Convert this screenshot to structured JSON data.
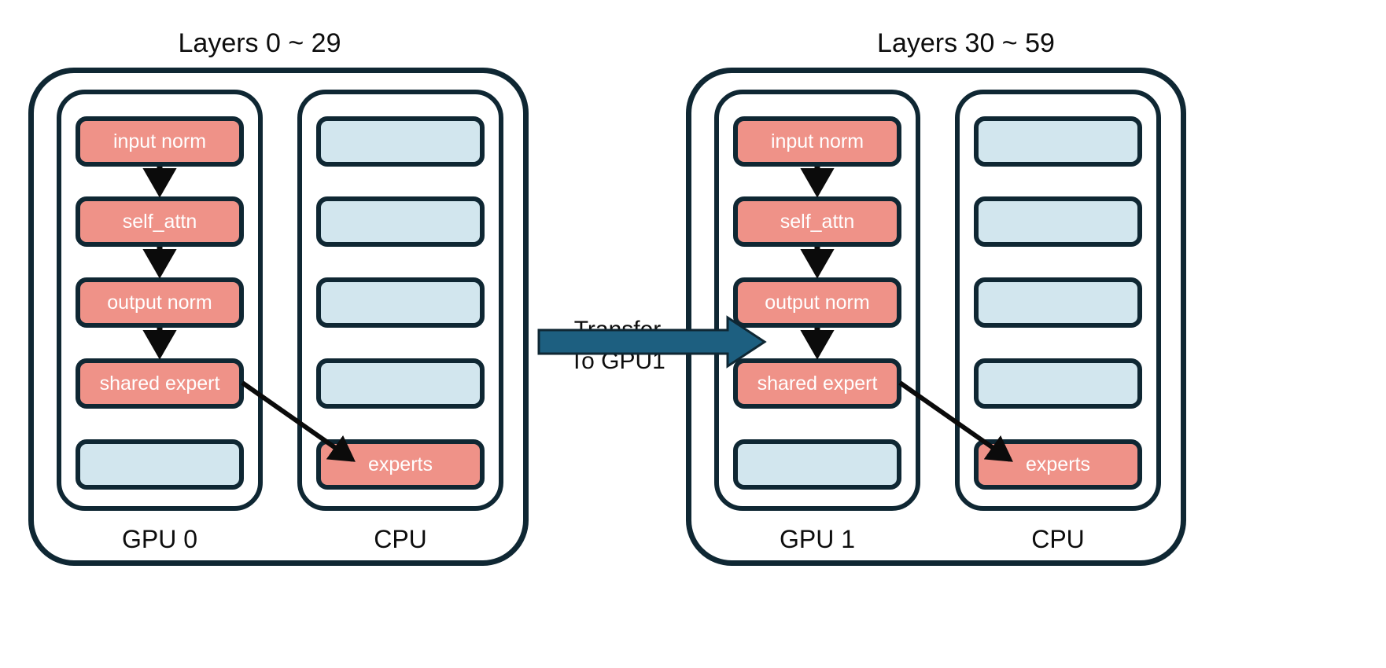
{
  "diagram": {
    "title_left": "Layers 0 ~ 29",
    "title_right": "Layers 30 ~ 59",
    "colors": {
      "outline": "#0f2733",
      "active_block": "#ef9288",
      "inactive_block": "#d2e6ee",
      "transfer_arrow": "#1d5f80",
      "block_label": "#ffffff",
      "background": "#ffffff"
    },
    "groups": [
      {
        "id": "left",
        "title": "Layers 0 ~ 29",
        "device_label": "GPU 0",
        "host_label": "CPU",
        "gpu_blocks": [
          {
            "label": "input norm",
            "state": "active"
          },
          {
            "label": "self_attn",
            "state": "active"
          },
          {
            "label": "output norm",
            "state": "active"
          },
          {
            "label": "shared expert",
            "state": "active"
          },
          {
            "label": "",
            "state": "inactive"
          }
        ],
        "cpu_blocks": [
          {
            "label": "",
            "state": "inactive"
          },
          {
            "label": "",
            "state": "inactive"
          },
          {
            "label": "",
            "state": "inactive"
          },
          {
            "label": "",
            "state": "inactive"
          },
          {
            "label": "experts",
            "state": "active"
          }
        ]
      },
      {
        "id": "right",
        "title": "Layers 30 ~ 59",
        "device_label": "GPU 1",
        "host_label": "CPU",
        "gpu_blocks": [
          {
            "label": "input norm",
            "state": "active"
          },
          {
            "label": "self_attn",
            "state": "active"
          },
          {
            "label": "output norm",
            "state": "active"
          },
          {
            "label": "shared expert",
            "state": "active"
          },
          {
            "label": "",
            "state": "inactive"
          }
        ],
        "cpu_blocks": [
          {
            "label": "",
            "state": "inactive"
          },
          {
            "label": "",
            "state": "inactive"
          },
          {
            "label": "",
            "state": "inactive"
          },
          {
            "label": "",
            "state": "inactive"
          },
          {
            "label": "experts",
            "state": "active"
          }
        ]
      }
    ],
    "transfer": {
      "line1": "Transfer",
      "line2": "To GPU1"
    }
  }
}
